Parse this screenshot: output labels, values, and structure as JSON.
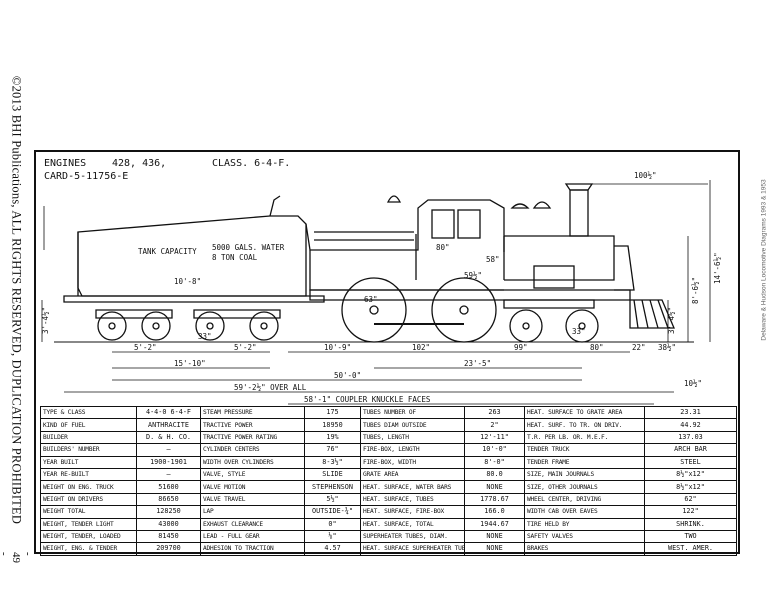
{
  "margin_left": "©2013 BHI Publications, ALL RIGHTS RESERVED, DUPLICATION PROHIBITED",
  "page_number": "- 49 -",
  "margin_right": "Delaware & Hudson    Locomotive Diagrams 1993 & 1953",
  "header": {
    "engines_label": "ENGINES",
    "engines_value": "428, 436,",
    "class_label": "CLASS. 6-4-F.",
    "card": "CARD-5-11756-E"
  },
  "drawing": {
    "tank_capacity_label": "TANK CAPACITY",
    "tank_capacity_value1": "5000 GALS. WATER",
    "tank_capacity_value2": "8 TON COAL",
    "tender_width": "10'-8\"",
    "wheel_33_tender": "33\"",
    "wheel_63": "63\"",
    "wheel_33_truck": "33\"",
    "dim_100_5": "100½\"",
    "dim_80_cab": "80\"",
    "dim_58": "58\"",
    "dim_59_5": "59½\"",
    "height_14_6": "14'-6½\"",
    "height_8_6": "8'-6½\"",
    "height_3_4_right": "3'-4½\"",
    "height_3_4_left": "3'-4½\"",
    "dims": {
      "d_5_2a": "5'-2\"",
      "d_5_2b": "5'-2\"",
      "d_10_9": "10'-9\"",
      "d_102": "102\"",
      "d_99": "99\"",
      "d_80": "80\"",
      "d_22": "22\"",
      "d_38": "38½\"",
      "d_15_10": "15'-10\"",
      "d_23_5": "23'-5\"",
      "d_50": "50'-0\"",
      "d_59": "59'-2½\" OVER ALL",
      "d_58": "58'-1\" COUPLER KNUCKLE FACES",
      "d_10_5": "10½\""
    }
  },
  "spec_rows": [
    [
      "TYPE & CLASS",
      "4-4-0 6-4-F",
      "STEAM PRESSURE",
      "175",
      "TUBES NUMBER OF",
      "263",
      "HEAT. SURFACE TO GRATE AREA",
      "23.31"
    ],
    [
      "KIND OF FUEL",
      "ANTHRACITE",
      "TRACTIVE POWER",
      "18950",
      "TUBES DIAM OUTSIDE",
      "2\"",
      "HEAT. SURF. TO TR. ON DRIV.",
      "44.92"
    ],
    [
      "BUILDER",
      "D. & H. CO.",
      "TRACTIVE POWER RATING",
      "19%",
      "TUBES, LENGTH",
      "12'-11\"",
      "T.R. PER LB. OR. M.E.F.",
      "137.03"
    ],
    [
      "BUILDERS' NUMBER",
      "—",
      "CYLINDER CENTERS",
      "76\"",
      "FIRE-BOX, LENGTH",
      "10'-0\"",
      "TENDER TRUCK",
      "ARCH BAR"
    ],
    [
      "YEAR BUILT",
      "1900-1901",
      "WIDTH OVER CYLINDERS",
      "8-3½\"",
      "FIRE-BOX, WIDTH",
      "8'-0\"",
      "TENDER FRAME",
      "STEEL"
    ],
    [
      "YEAR RE-BUILT",
      "—",
      "VALVE, STYLE",
      "SLIDE",
      "GRATE AREA",
      "80.0",
      "SIZE, MAIN JOURNALS",
      "8½\"x12\""
    ],
    [
      "WEIGHT ON ENG. TRUCK",
      "51600",
      "VALVE MOTION",
      "STEPHENSON",
      "HEAT. SURFACE, WATER BARS",
      "NONE",
      "SIZE, OTHER JOURNALS",
      "8½\"x12\""
    ],
    [
      "WEIGHT ON DRIVERS",
      "86650",
      "VALVE TRAVEL",
      "5½\"",
      "HEAT. SURFACE, TUBES",
      "1778.67",
      "WHEEL CENTER, DRIVING",
      "62\""
    ],
    [
      "WEIGHT TOTAL",
      "128250",
      "LAP",
      "OUTSIDE-¾\"",
      "HEAT. SURFACE, FIRE-BOX",
      "166.0",
      "WIDTH CAB OVER EAVES",
      "122\""
    ],
    [
      "WEIGHT, TENDER LIGHT",
      "43000",
      "EXHAUST CLEARANCE",
      "0\"",
      "HEAT. SURFACE, TOTAL",
      "1944.67",
      "TIRE HELD BY",
      "SHRINK."
    ],
    [
      "WEIGHT, TENDER, LOADED",
      "81450",
      "LEAD - FULL GEAR",
      "⅛\"",
      "SUPERHEATER TUBES, DIAM.",
      "NONE",
      "SAFETY VALVES",
      "TWO"
    ],
    [
      "WEIGHT, ENG. & TENDER",
      "209700",
      "ADHESION TO TRACTION",
      "4.57",
      "HEAT. SURFACE SUPERHEATER TUBES",
      "NONE",
      "BRAKES",
      "WEST. AMER."
    ]
  ]
}
